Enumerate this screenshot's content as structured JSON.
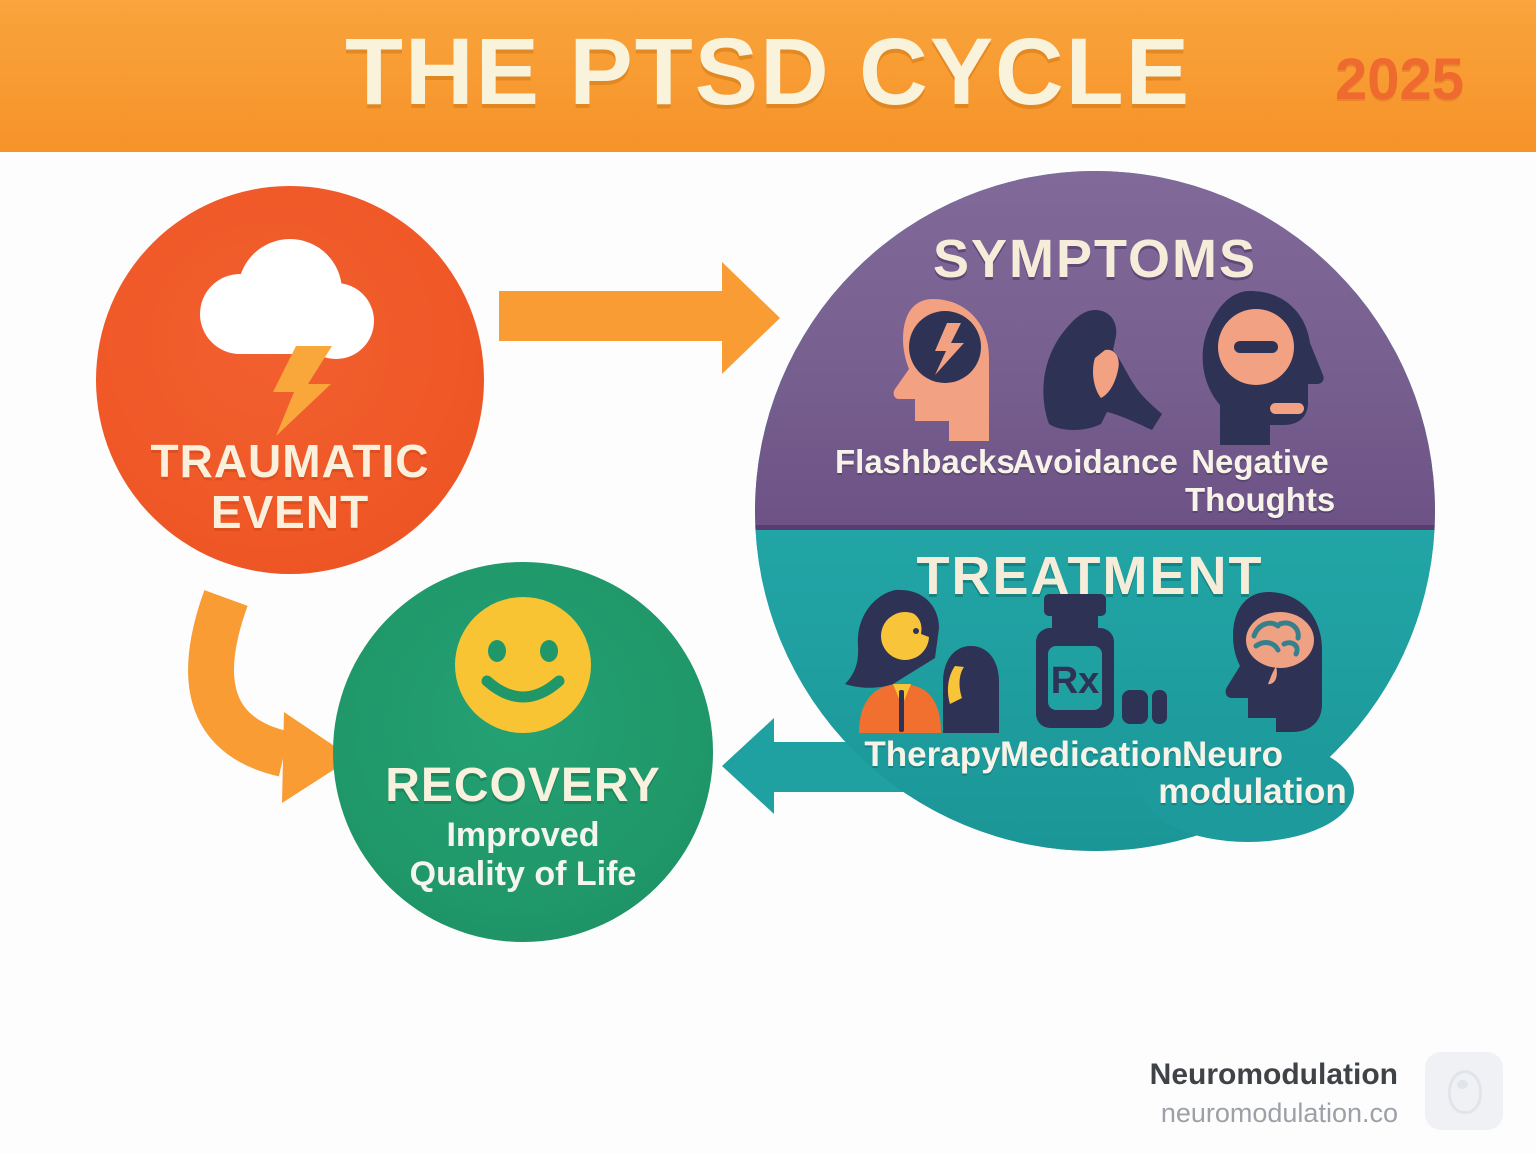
{
  "header": {
    "title": "THE PTSD CYCLE",
    "year": "2025"
  },
  "nodes": {
    "trauma": {
      "label_line1": "TRAUMATIC",
      "label_line2": "EVENT",
      "icon": "storm-cloud-lightning-icon"
    },
    "symptoms": {
      "title": "SYMPTOMS",
      "items": [
        {
          "label": "Flashbacks",
          "icon": "flashbacks-head-lightning-icon"
        },
        {
          "label": "Avoidance",
          "icon": "avoidance-hunched-figure-icon"
        },
        {
          "label_line1": "Negative",
          "label_line2": "Thoughts",
          "icon": "negative-thoughts-head-icon"
        }
      ]
    },
    "treatment": {
      "title": "TREATMENT",
      "items": [
        {
          "label": "Therapy",
          "icon": "therapy-counseling-icon"
        },
        {
          "label": "Medication.",
          "icon": "medication-rx-bottle-icon",
          "bottle_text": "Rx"
        },
        {
          "label_line1": "Neuro",
          "label_line2": "modulation",
          "icon": "neuromodulation-brain-icon"
        }
      ]
    },
    "recovery": {
      "title": "RECOVERY",
      "subtitle_line1": "Improved",
      "subtitle_line2": "Quality of Life",
      "icon": "smiley-face-icon"
    }
  },
  "footer": {
    "brand": "Neuromodulation",
    "website": "neuromodulation.co"
  },
  "colors": {
    "header_orange": "#F79A33",
    "year_orange": "#EE6A2F",
    "trauma_orange": "#F0592B",
    "arrow_orange": "#F89C33",
    "symptoms_purple": "#77608F",
    "treatment_teal": "#1FA0A1",
    "recovery_green": "#1F9769",
    "icon_navy": "#2E3254",
    "icon_salmon": "#F2A183",
    "smiley_yellow": "#F8C433",
    "cream_text": "#FAF2DC"
  }
}
